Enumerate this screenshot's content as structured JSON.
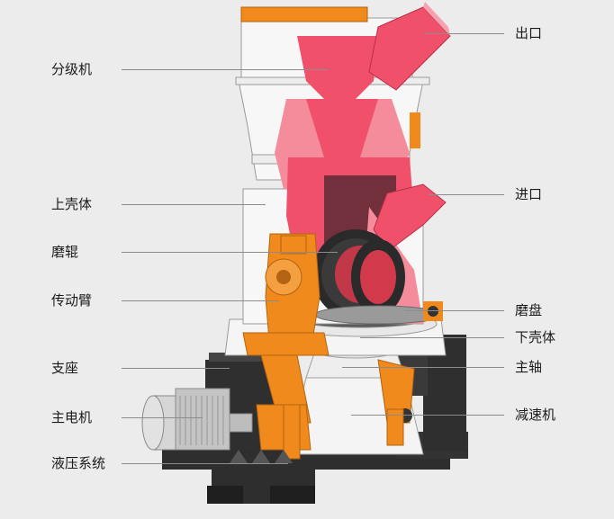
{
  "diagram": {
    "labels": {
      "classifier": "分级机",
      "upper_shell": "上壳体",
      "grinding_roller": "磨辊",
      "transmission_arm": "传动臂",
      "support_base": "支座",
      "main_motor": "主电机",
      "hydraulic_system": "液压系统",
      "outlet": "出口",
      "inlet": "进口",
      "grinding_table": "磨盘",
      "lower_shell": "下壳体",
      "main_shaft": "主轴",
      "reducer": "减速机"
    },
    "colors": {
      "background": "#ececec",
      "machine_white": "#f7f7f7",
      "machine_outline": "#9a9a9a",
      "interior_red": "#f0506a",
      "interior_pink": "#f48c9c",
      "arm_orange": "#f08a1c",
      "dark_steel": "#2e2e2e",
      "motor_grey": "#c9c9c9",
      "leader_line": "#8c8c8c"
    }
  }
}
